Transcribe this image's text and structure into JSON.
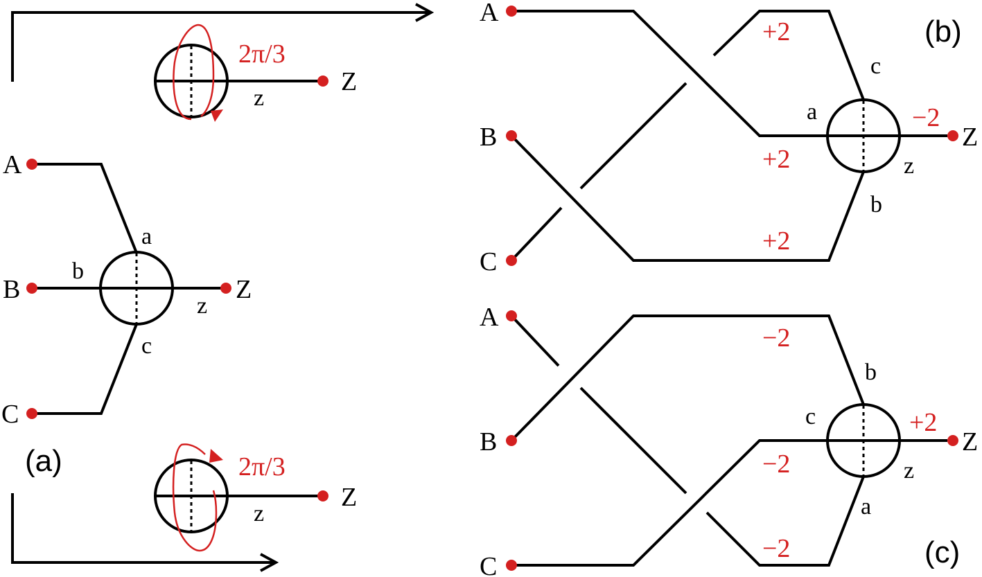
{
  "colors": {
    "ink": "#000000",
    "accent": "#d42020"
  },
  "rotation": {
    "top": {
      "angle": "2π/3",
      "endpoint": "Z",
      "branch": "z"
    },
    "bottom": {
      "angle": "2π/3",
      "endpoint": "Z",
      "branch": "z"
    }
  },
  "panel_a": {
    "tag": "(a)",
    "terminals": {
      "A": "A",
      "B": "B",
      "C": "C",
      "Z": "Z"
    },
    "branches": {
      "a": "a",
      "b": "b",
      "c": "c",
      "z": "z"
    }
  },
  "panel_b": {
    "tag": "(b)",
    "terminals": {
      "A": "A",
      "B": "B",
      "C": "C",
      "Z": "Z"
    },
    "branches": {
      "a": "a",
      "b": "b",
      "c": "c",
      "z": "z"
    },
    "weights": {
      "upper": "+2",
      "middle": "+2",
      "lower": "+2",
      "out": "−2"
    }
  },
  "panel_c": {
    "tag": "(c)",
    "terminals": {
      "A": "A",
      "B": "B",
      "C": "C",
      "Z": "Z"
    },
    "branches": {
      "a": "a",
      "b": "b",
      "c": "c",
      "z": "z"
    },
    "weights": {
      "upper": "−2",
      "middle": "−2",
      "lower": "−2",
      "out": "+2"
    }
  }
}
